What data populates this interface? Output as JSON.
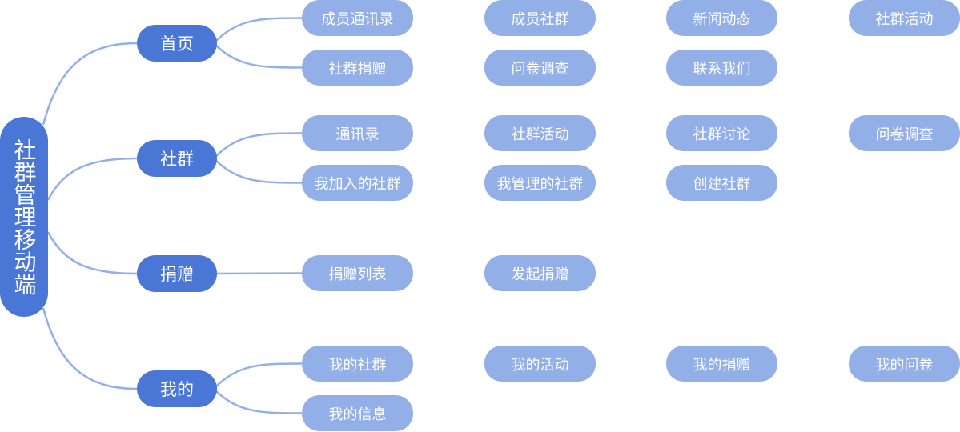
{
  "root": {
    "label": "社群管理移动端"
  },
  "colors": {
    "root": "#4a77d6",
    "category": "#4a77d6",
    "leaf": "#93afe8",
    "link": "#93afe8"
  },
  "categories": [
    {
      "label": "首页",
      "rows": [
        [
          "成员通讯录",
          "成员社群",
          "新闻动态",
          "社群活动"
        ],
        [
          "社群捐赠",
          "问卷调查",
          "联系我们"
        ]
      ]
    },
    {
      "label": "社群",
      "rows": [
        [
          "通讯录",
          "社群活动",
          "社群讨论",
          "问卷调查"
        ],
        [
          "我加入的社群",
          "我管理的社群",
          "创建社群"
        ]
      ]
    },
    {
      "label": "捐赠",
      "rows": [
        [
          "捐赠列表",
          "发起捐赠"
        ]
      ]
    },
    {
      "label": "我的",
      "rows": [
        [
          "我的社群",
          "我的活动",
          "我的捐赠",
          "我的问卷"
        ],
        [
          "我的信息"
        ]
      ]
    }
  ]
}
